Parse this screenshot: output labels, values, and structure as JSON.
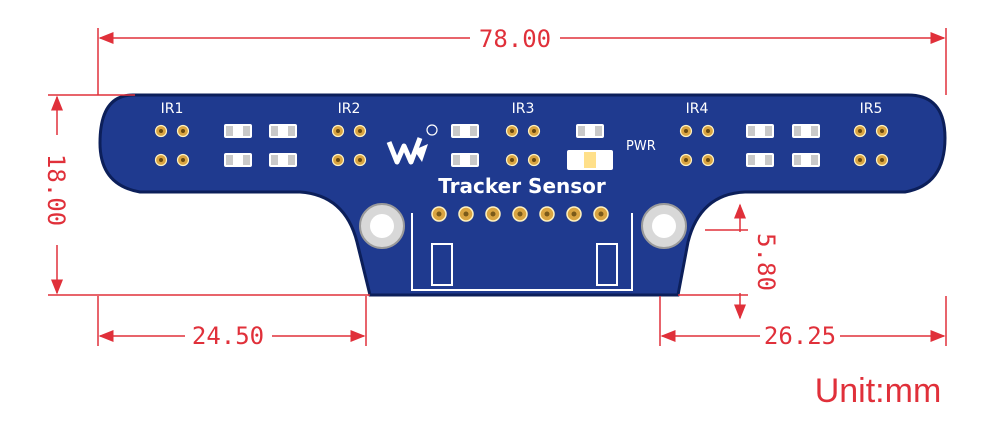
{
  "dimensions": {
    "overall_width": "78.00",
    "height": "18.00",
    "left_offset": "24.50",
    "right_offset": "26.25",
    "notch_depth": "5.80"
  },
  "board": {
    "channels": [
      "IR1",
      "IR2",
      "IR3",
      "IR4",
      "IR5"
    ],
    "name": "Tracker Sensor",
    "power_label": "PWR",
    "logo_icon": "waveshare-logo-icon"
  },
  "unit_label": "Unit:mm",
  "colors": {
    "dimension": "#e0303a",
    "pcb": "#1f3a8f",
    "silkscreen": "#ffffff",
    "pad": "#d9a441"
  }
}
